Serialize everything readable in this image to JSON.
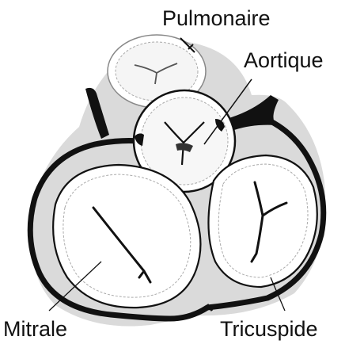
{
  "labels": {
    "pulmonary": "Pulmonaire",
    "aortic": "Aortique",
    "mitral": "Mitrale",
    "tricuspid": "Tricuspide"
  },
  "colors": {
    "outline": "#111111",
    "shade": "#d9d9d9",
    "fill": "#ffffff",
    "dash": "#9a9a9a"
  }
}
